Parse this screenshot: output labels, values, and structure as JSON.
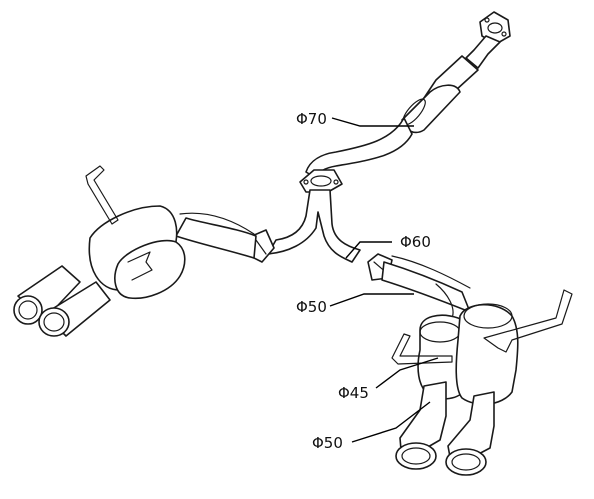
{
  "annotations": [
    {
      "id": "main-pipe",
      "label": "Φ70"
    },
    {
      "id": "mid-pipe",
      "label": "Φ60"
    },
    {
      "id": "branch-pipe",
      "label": "Φ50"
    },
    {
      "id": "muffler-outlet",
      "label": "Φ45"
    },
    {
      "id": "tail-tip",
      "label": "Φ50"
    }
  ],
  "colors": {
    "line": "#1a1a1a",
    "background": "#ffffff"
  }
}
